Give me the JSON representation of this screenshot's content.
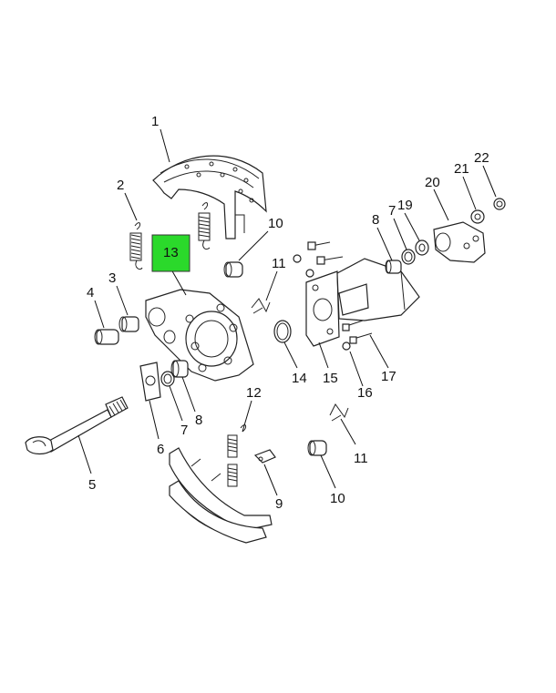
{
  "labels": {
    "p1": "1",
    "p2": "2",
    "p3": "3",
    "p4": "4",
    "p5": "5",
    "p6": "6",
    "p7a": "7",
    "p8a": "8",
    "p9": "9",
    "p10a": "10",
    "p11a": "11",
    "p12": "12",
    "p13": "13",
    "p14": "14",
    "p15": "15",
    "p16": "16",
    "p17": "17",
    "p8b": "8",
    "p7b": "7",
    "p19": "19",
    "p20": "20",
    "p21": "21",
    "p22": "22",
    "p11b": "11",
    "p10b": "10"
  },
  "highlight": {
    "part": "13",
    "color": "#2bd92b"
  }
}
